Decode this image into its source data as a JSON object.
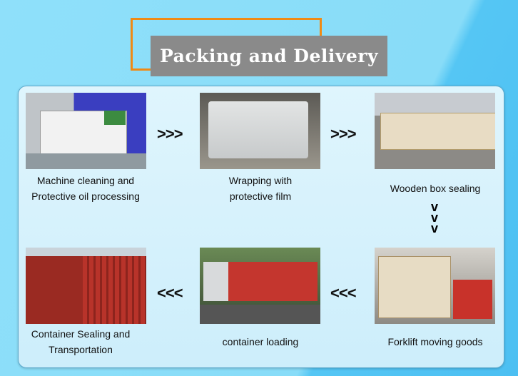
{
  "header": {
    "title": "Packing and Delivery"
  },
  "steps": [
    {
      "label": "Machine cleaning and Protective oil processing"
    },
    {
      "label": "Wrapping with protective film"
    },
    {
      "label": "Wooden box sealing"
    },
    {
      "label": "Forklift moving goods"
    },
    {
      "label": "container loading"
    },
    {
      "label": "Container Sealing and Transportation"
    }
  ],
  "arrows": {
    "right": ">>>",
    "left": "<<<",
    "down": "v"
  }
}
